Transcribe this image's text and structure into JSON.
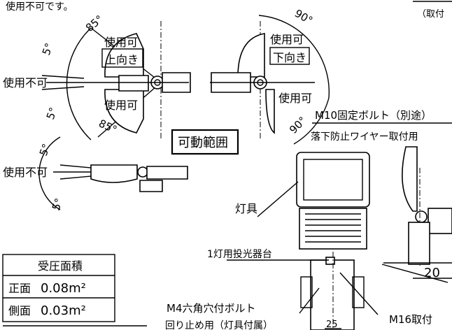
{
  "notes": {
    "top_left": "使用不可です。",
    "top_right": "（取付"
  },
  "angles": {
    "up_85": "85°",
    "down_90": "90°",
    "left_5_top": "5°",
    "left_85_bottom": "85°",
    "right_90_bottom": "90°",
    "low_5_a": "5°",
    "low_5_b": "5°",
    "low_5_c": "5°"
  },
  "labels": {
    "usable": "使用可",
    "unusable": "使用不可",
    "upward": "上向き",
    "downward": "下向き",
    "movable_range": "可動範囲",
    "fixing_bolt": "M10固定ボルト（別途）",
    "fall_wire": "落下防止ワイヤー取付用",
    "fixture": "灯具",
    "one_light_projector": "1灯用投光器台",
    "m4_bolt": "M4六角穴付ボルト",
    "detent": "回り止め用（灯具付属）",
    "m16": "M16取付",
    "dim_25": "25",
    "dim_20": "20"
  },
  "pressure_table": {
    "header": "受圧面積",
    "rows": [
      {
        "label": "正面",
        "value": "0.08m²"
      },
      {
        "label": "側面",
        "value": "0.03m²"
      }
    ]
  }
}
